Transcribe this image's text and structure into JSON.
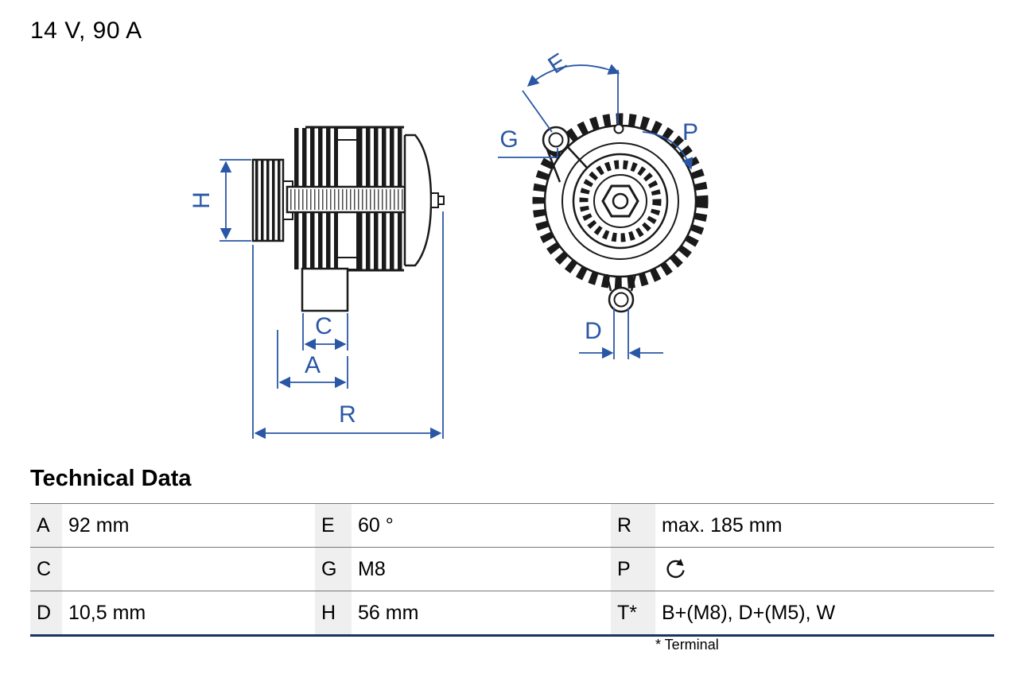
{
  "page": {
    "title": "14 V, 90 A"
  },
  "drawing": {
    "labels": {
      "H": "H",
      "C": "C",
      "A": "A",
      "R": "R",
      "E": "E",
      "G": "G",
      "P": "P",
      "D": "D"
    }
  },
  "technical_data": {
    "heading": "Technical Data",
    "rows": [
      {
        "cells": [
          {
            "key": "A",
            "value": "92 mm"
          },
          {
            "key": "E",
            "value": "60 °"
          },
          {
            "key": "R",
            "value": "max. 185 mm"
          }
        ]
      },
      {
        "cells": [
          {
            "key": "C",
            "value": ""
          },
          {
            "key": "G",
            "value": "M8"
          },
          {
            "key": "P",
            "value": "",
            "icon": "rotation-direction-icon"
          }
        ]
      },
      {
        "cells": [
          {
            "key": "D",
            "value": "10,5 mm"
          },
          {
            "key": "H",
            "value": "56 mm"
          },
          {
            "key": "T*",
            "value": "B+(M8), D+(M5), W"
          }
        ]
      }
    ],
    "footnote": "* Terminal"
  },
  "colors": {
    "dimension_blue": "#2a57a5",
    "drawing_line": "#1a1a1a",
    "table_rule": "#777777",
    "table_bottom_rule": "#16355e",
    "key_cell_background": "#efefef"
  }
}
